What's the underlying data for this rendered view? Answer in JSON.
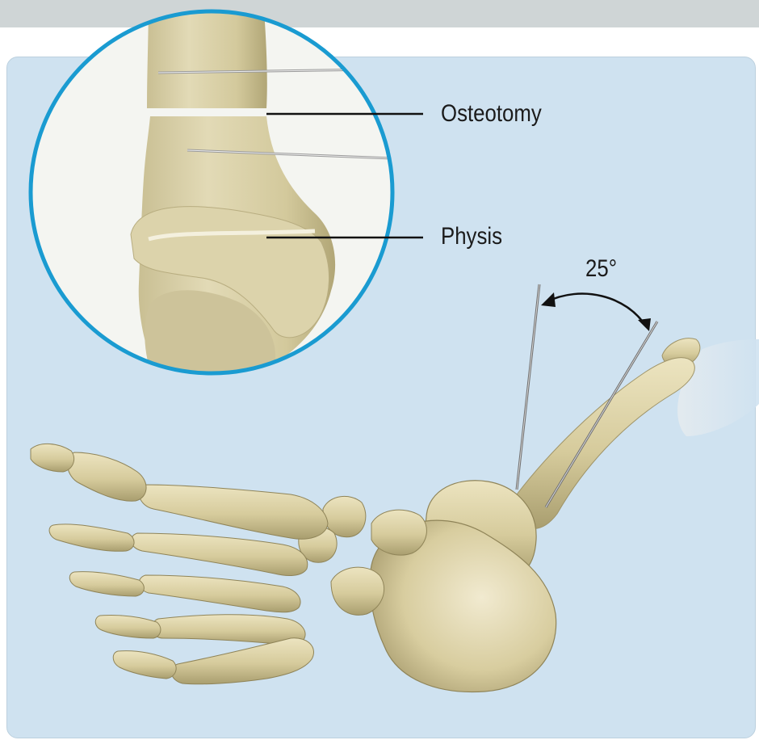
{
  "labels": {
    "osteotomy": "Osteotomy",
    "physis": "Physis",
    "angle": "25°"
  },
  "colors": {
    "top_bar": "#cfd5d6",
    "panel_background": "#cfe2f0",
    "panel_border": "#bcd0de",
    "circle_border": "#1a9bd1",
    "bone": "#ddd3a8",
    "bone_shadow": "#9a8f62",
    "leader_line": "#111111"
  },
  "icons": {
    "inset": "magnified-distal-tibia",
    "main": "foot-skeleton",
    "angle": "curved-double-arrow"
  }
}
